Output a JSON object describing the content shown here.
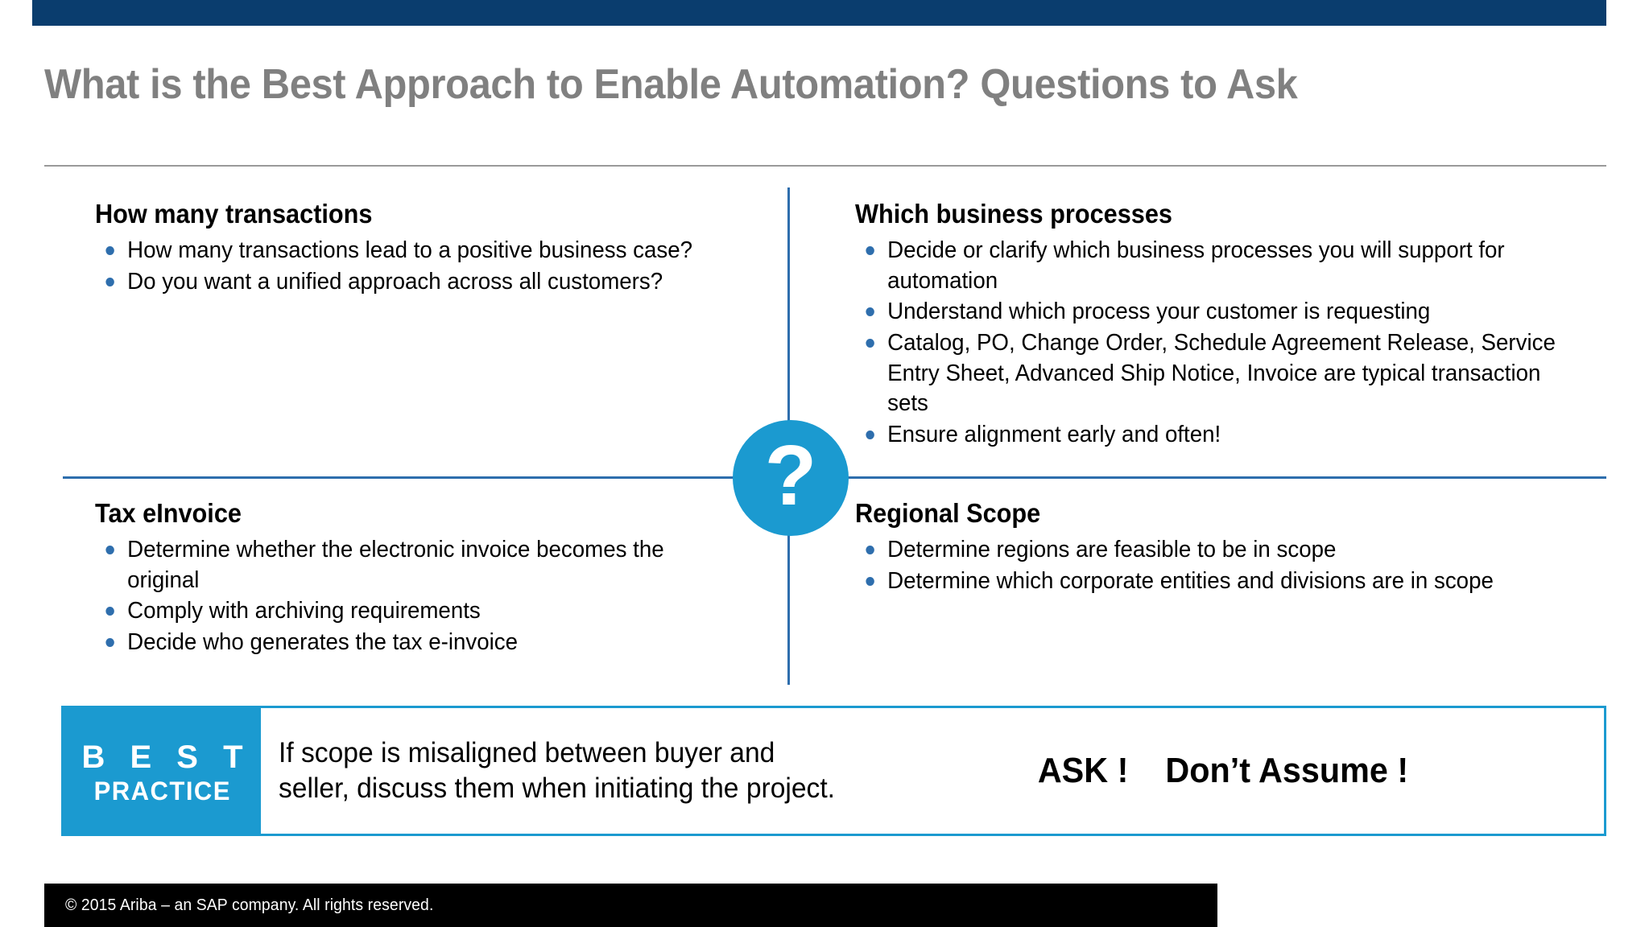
{
  "slide": {
    "title": "What is the Best Approach to Enable Automation? Questions to Ask",
    "colors": {
      "top_band": "#0A3D6E",
      "title_text": "#808080",
      "divider_blue": "#2E6EAD",
      "accent_cyan": "#1B9AD0",
      "bullet_blue": "#2E6EAD",
      "footer_band": "#000000"
    }
  },
  "center_badge": {
    "glyph": "?",
    "icon_name": "question-mark-icon"
  },
  "quadrants": [
    {
      "id": "how-many-transactions",
      "heading": "How many transactions",
      "bullets": [
        "How many transactions lead to a positive business case?",
        "Do you want a unified approach across all customers?"
      ]
    },
    {
      "id": "which-business-processes",
      "heading": "Which business processes",
      "bullets": [
        "Decide or clarify which business processes you will support for automation",
        "Understand which process your customer is requesting",
        "Catalog, PO, Change Order, Schedule Agreement Release, Service Entry Sheet, Advanced Ship Notice, Invoice are typical transaction sets",
        "Ensure alignment early and often!"
      ]
    },
    {
      "id": "tax-einvoice",
      "heading": "Tax eInvoice",
      "bullets": [
        "Determine whether the electronic invoice becomes the original",
        "Comply with archiving requirements",
        "Decide who generates the tax e-invoice"
      ]
    },
    {
      "id": "regional-scope",
      "heading": "Regional Scope",
      "bullets": [
        "Determine regions are feasible to be in scope",
        "Determine which corporate entities and divisions are in scope"
      ]
    }
  ],
  "best_practice": {
    "label_line1": "B E S T",
    "label_line2": "PRACTICE",
    "message": "If scope is misaligned between buyer and seller, discuss them when initiating the project.",
    "callout": "ASK !    Don’t Assume !"
  },
  "footer": {
    "copyright": "©  2015 Ariba – an SAP company. All rights reserved."
  }
}
